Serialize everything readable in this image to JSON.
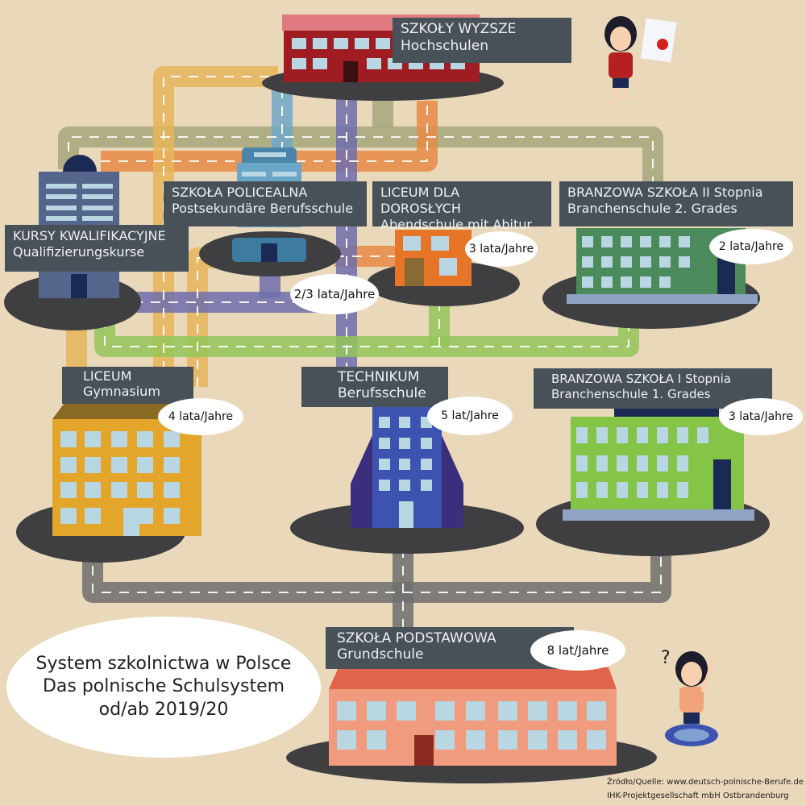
{
  "title": {
    "line1": "System szkolnictwa w Polsce",
    "line2": "Das polnische Schulsystem",
    "line3": "od/ab 2019/20"
  },
  "schools": {
    "szkoly_wyzsze": {
      "pl": "SZKOŁY WYZSZE",
      "de": "Hochschulen"
    },
    "policealna": {
      "pl": "SZKOŁA POLICEALNA",
      "de": "Postsekundäre Berufsschule",
      "duration": "2/3 lata/Jahre"
    },
    "liceum_doroslych": {
      "pl": "LICEUM DLA DOROSŁYCH",
      "de": "Abendschule mit Abitur",
      "duration": "3 lata/Jahre"
    },
    "branzowa_2": {
      "pl": "BRANZOWA SZKOŁA II Stopnia",
      "de": "Branchenschule 2. Grades",
      "duration": "2 lata/Jahre"
    },
    "kursy": {
      "pl": "KURSY KWALIFIKACYJNE",
      "de": "Qualifizierungskurse"
    },
    "liceum": {
      "pl": "LICEUM",
      "de": "Gymnasium",
      "duration": "4 lata/Jahre"
    },
    "technikum": {
      "pl": "TECHNIKUM",
      "de": "Berufsschule",
      "duration": "5 lat/Jahre"
    },
    "branzowa_1": {
      "pl": "BRANZOWA SZKOŁA I Stopnia",
      "de": "Branchenschule 1. Grades",
      "duration": "3 lata/Jahre"
    },
    "podstawowa": {
      "pl": "SZKOŁA PODSTAWOWA",
      "de": "Grundschule",
      "duration": "8 lat/Jahre"
    }
  },
  "source": {
    "line1": "Źródło/Quelle: www.deutsch-polnische-Berufe.de",
    "line2": "IHK-Projektgesellschaft mbH Ostbrandenburg"
  },
  "colors": {
    "background": "#e9d8b9",
    "label": "#485158",
    "road_gray": "#6e6e6e",
    "road_green": "#94c659",
    "road_purple": "#6f6fad",
    "road_yellow": "#e6b55a",
    "road_orange": "#e88b45",
    "road_olive": "#a4a77a",
    "road_blue": "#6fa8c8"
  }
}
